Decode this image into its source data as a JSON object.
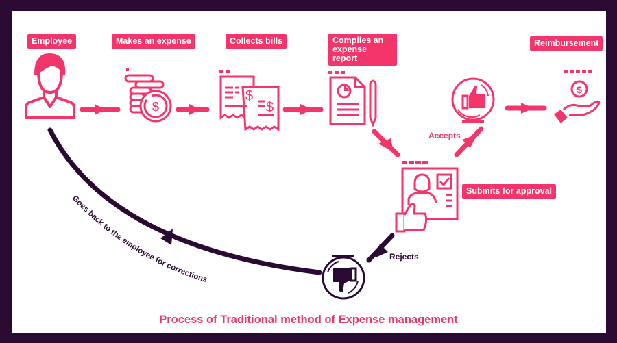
{
  "title": "Process of Traditional method of Expense management",
  "colors": {
    "accent": "#f4356b",
    "dark": "#2a0a33",
    "title": "#e8386a",
    "background": "#ffffff"
  },
  "steps": [
    {
      "id": "employee",
      "label": "Employee",
      "icon": "employee-icon"
    },
    {
      "id": "expense",
      "label": "Makes an expense",
      "icon": "coins-dollar-icon"
    },
    {
      "id": "bills",
      "label": "Collects bills",
      "icon": "receipts-icon"
    },
    {
      "id": "report",
      "label": "Compiles an expense report",
      "icon": "report-pencil-icon"
    },
    {
      "id": "approval",
      "label": "Submits for approval",
      "icon": "approval-board-icon"
    },
    {
      "id": "reimbursement",
      "label": "Reimbursement",
      "icon": "hand-coin-icon"
    }
  ],
  "outcomes": {
    "accepts": {
      "label": "Accepts",
      "icon": "thumbs-up-icon"
    },
    "rejects": {
      "label": "Rejects",
      "icon": "thumbs-down-icon"
    }
  },
  "return_path": {
    "label": "Goes back to the employee for corrections"
  }
}
